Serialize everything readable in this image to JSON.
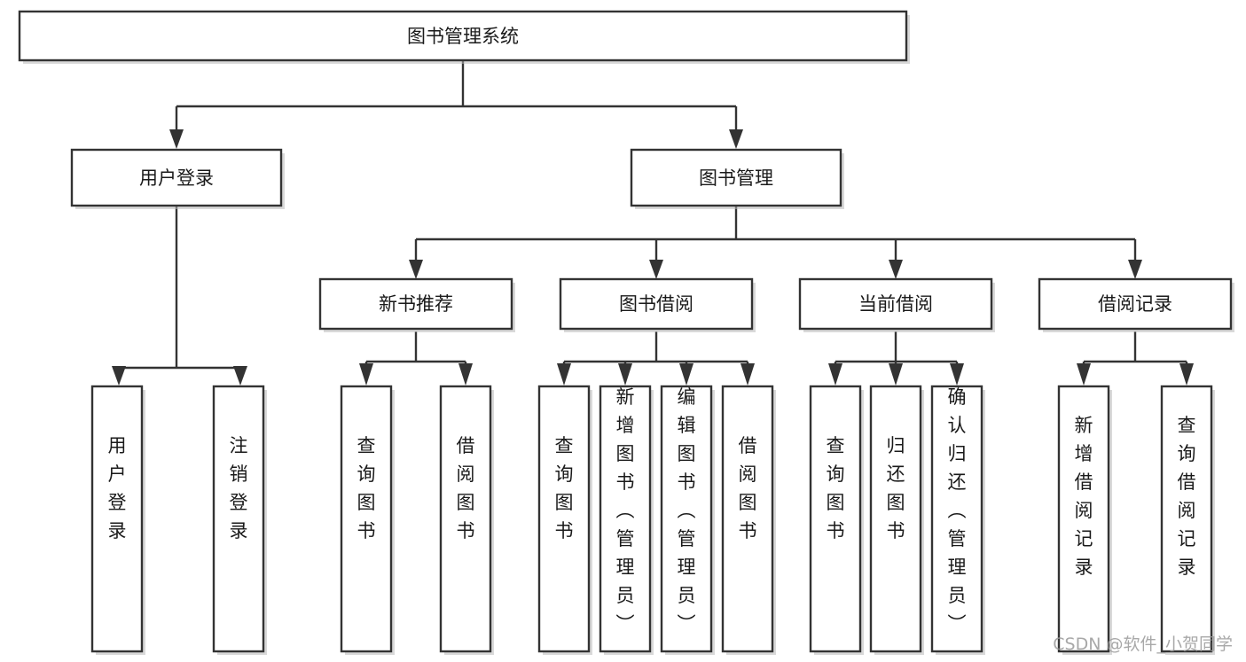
{
  "diagram": {
    "title": "图书管理系统",
    "watermark": "CSDN @软件_小贺同学",
    "colors": {
      "box_stroke": "#333333",
      "box_fill": "#ffffff",
      "connector": "#333333",
      "text": "#1a1a1a",
      "watermark": "#9a9a9a",
      "background": "#ffffff"
    },
    "levels": {
      "root": "图书管理系统",
      "level1": [
        "用户登录",
        "图书管理"
      ],
      "level2": [
        "新书推荐",
        "图书借阅",
        "当前借阅",
        "借阅记录"
      ]
    },
    "nodes": {
      "root": {
        "label": "图书管理系统"
      },
      "user_login": {
        "label": "用户登录"
      },
      "book_manage": {
        "label": "图书管理"
      },
      "new_book_rec": {
        "label": "新书推荐"
      },
      "book_borrow": {
        "label": "图书借阅"
      },
      "current_borrow": {
        "label": "当前借阅"
      },
      "borrow_record": {
        "label": "借阅记录"
      },
      "leaf_user_login": {
        "label": "用户登录"
      },
      "leaf_user_logout": {
        "label": "注销登录"
      },
      "leaf_rec_query": {
        "label": "查询图书"
      },
      "leaf_rec_borrow": {
        "label": "借阅图书"
      },
      "leaf_borrow_query": {
        "label": "查询图书"
      },
      "leaf_borrow_add": {
        "label": "新增图书（管理员）"
      },
      "leaf_borrow_edit": {
        "label": "编辑图书（管理员）"
      },
      "leaf_borrow_lend": {
        "label": "借阅图书"
      },
      "leaf_cur_query": {
        "label": "查询图书"
      },
      "leaf_cur_return": {
        "label": "归还图书"
      },
      "leaf_cur_confirm": {
        "label": "确认归还（管理员）"
      },
      "leaf_rec_add": {
        "label": "新增借阅记录"
      },
      "leaf_rec_search": {
        "label": "查询借阅记录"
      }
    }
  }
}
